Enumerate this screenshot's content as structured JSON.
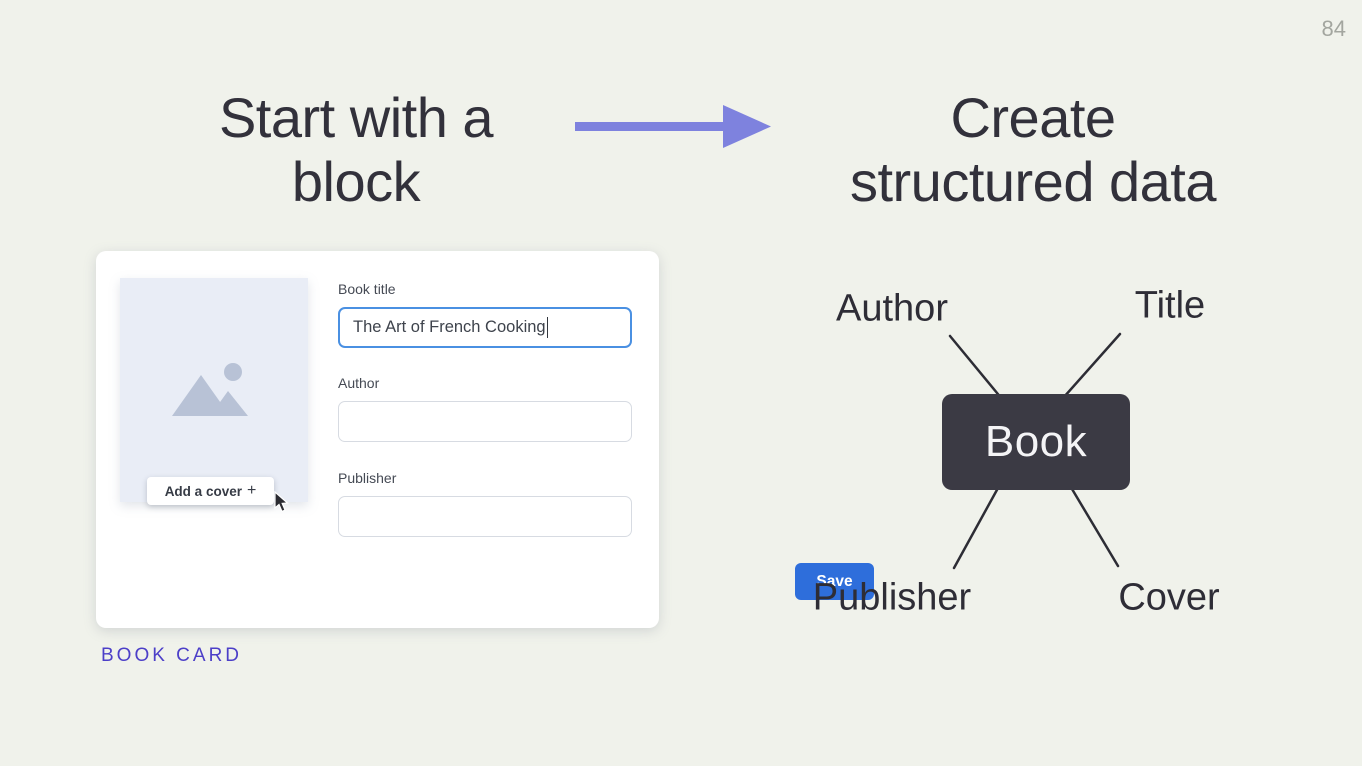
{
  "page": {
    "number": "84"
  },
  "left_section": {
    "heading": {
      "line1": "Start with a",
      "line2": "block"
    },
    "caption": "BOOK CARD",
    "card": {
      "cover_button": {
        "label": "Add a cover",
        "plus": "+"
      },
      "fields": [
        {
          "label": "Book title",
          "value": "The Art of French Cooking"
        },
        {
          "label": "Author",
          "value": ""
        },
        {
          "label": "Publisher",
          "value": ""
        }
      ],
      "save_button": "Save"
    }
  },
  "right_section": {
    "heading": {
      "line1": "Create",
      "line2": "structured data"
    },
    "diagram": {
      "node": "Book",
      "labels": {
        "top_left": "Author",
        "top_right": "Title",
        "bottom_left": "Publisher",
        "bottom_right": "Cover"
      }
    }
  },
  "colors": {
    "background": "#f0f2eb",
    "arrow_purple": "#7e82de",
    "caption_purple": "#4c3fc8",
    "save_blue": "#2e6edb",
    "focus_border_blue": "#4a90e2",
    "node_dark": "#3b3a44",
    "cover_placeholder": "#e9edf6"
  }
}
